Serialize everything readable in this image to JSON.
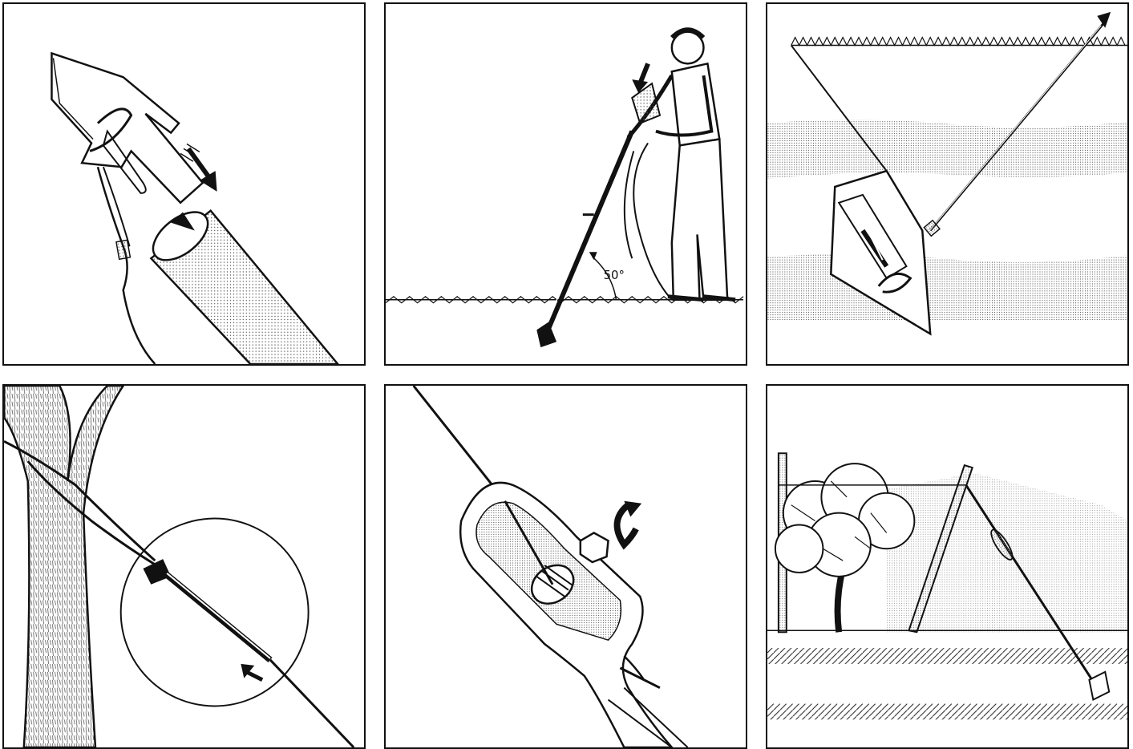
{
  "steps": [
    {
      "id": 1,
      "illustration": "anchor-loading-onto-drive-rod"
    },
    {
      "id": 2,
      "illustration": "person-driving-anchor-into-ground"
    },
    {
      "id": 3,
      "illustration": "anchor-set-in-soil-layers"
    },
    {
      "id": 4,
      "illustration": "cable-wrapped-around-tree-trunk"
    },
    {
      "id": 5,
      "illustration": "tensioning-cable-with-tool"
    },
    {
      "id": 6,
      "illustration": "anchored-trellis-post-in-vineyard"
    }
  ],
  "labels": {
    "angle": "50°"
  },
  "colors": {
    "ink": "#111111",
    "paper": "#ffffff",
    "stipple": "#9a9a9a"
  }
}
